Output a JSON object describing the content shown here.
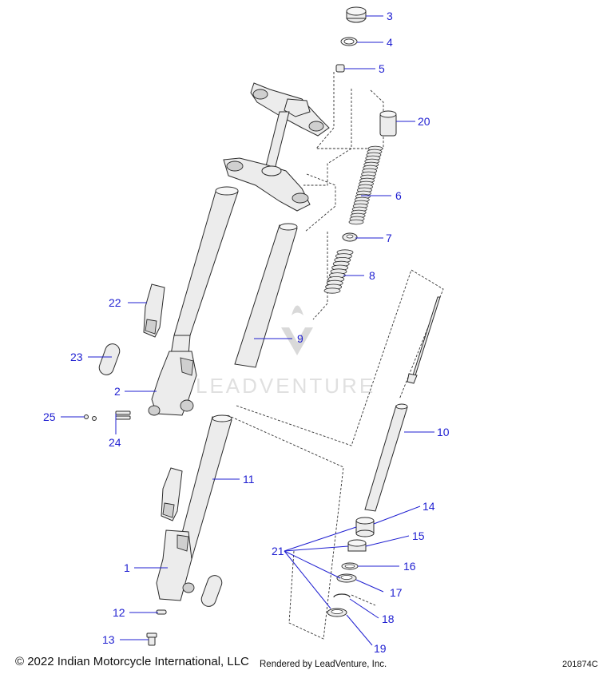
{
  "callouts": {
    "c1": "1",
    "c2": "2",
    "c3": "3",
    "c4": "4",
    "c5": "5",
    "c6": "6",
    "c7": "7",
    "c8": "8",
    "c9": "9",
    "c10": "10",
    "c11": "11",
    "c12": "12",
    "c13": "13",
    "c14": "14",
    "c15": "15",
    "c16": "16",
    "c17": "17",
    "c18": "18",
    "c19": "19",
    "c20": "20",
    "c21": "21",
    "c22": "22",
    "c23": "23",
    "c24": "24",
    "c25": "25"
  },
  "watermark": {
    "text": "LEADVENTURE"
  },
  "footer": {
    "copyright": "© 2022 Indian Motorcycle International, LLC",
    "rendered_by": "Rendered by LeadVenture, Inc.",
    "code": "201874C"
  },
  "colors": {
    "callout": "#1f1fd1",
    "line": "#2a2a2a",
    "part_fill": "#ececec"
  }
}
